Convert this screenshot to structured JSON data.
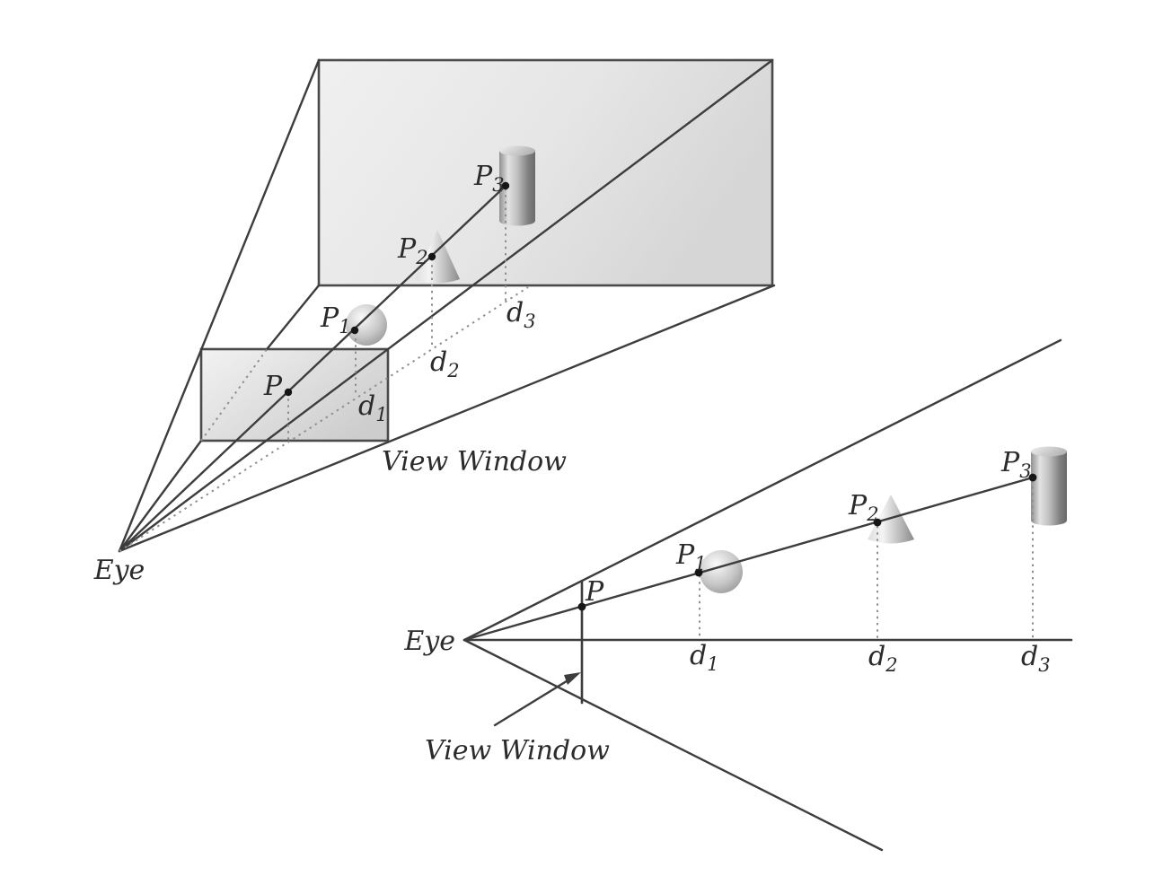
{
  "figure": {
    "title": "Ray casting perspective projection diagrams",
    "background_color": "#ffffff",
    "line_color": "#3d3d3d",
    "dashed_color": "#8f8f8f",
    "text_color": "#2b2b2b",
    "plane_fill_light": "#f0f0f0",
    "plane_fill_dark": "#d6d6d6"
  },
  "top_diagram": {
    "eye_label": "Eye",
    "view_window_label": "View Window",
    "p_label": "P",
    "p1_base": "P",
    "p1_sub": "1",
    "p2_base": "P",
    "p2_sub": "2",
    "p3_base": "P",
    "p3_sub": "3",
    "d1_base": "d",
    "d1_sub": "1",
    "d2_base": "d",
    "d2_sub": "2",
    "d3_base": "d",
    "d3_sub": "3"
  },
  "bottom_diagram": {
    "eye_label": "Eye",
    "view_window_label": "View Window",
    "p_label": "P",
    "p1_base": "P",
    "p1_sub": "1",
    "p2_base": "P",
    "p2_sub": "2",
    "p3_base": "P",
    "p3_sub": "3",
    "d1_base": "d",
    "d1_sub": "1",
    "d2_base": "d",
    "d2_sub": "2",
    "d3_base": "d",
    "d3_sub": "3"
  }
}
